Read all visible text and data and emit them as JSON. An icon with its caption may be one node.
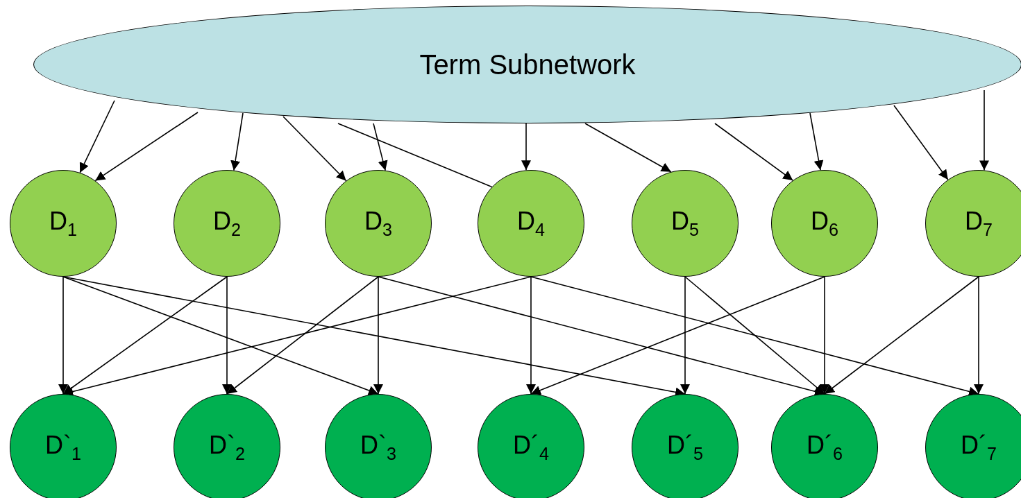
{
  "diagram": {
    "nodes": [
      {
        "text": [
          "Term Subnetwork"
        ]
      },
      {
        "text": [
          "D$_{1}$"
        ]
      },
      {
        "text": [
          "D$_{2}$"
        ]
      },
      {
        "text": [
          "D$_{3}$"
        ]
      },
      {
        "text": [
          "D$_{4}$"
        ]
      },
      {
        "text": [
          "D$_{5}$"
        ]
      },
      {
        "text": [
          "D$_{6}$"
        ]
      },
      {
        "text": [
          "D$_{7}$"
        ]
      },
      {
        "text": [
          "D`$_{1}$"
        ]
      },
      {
        "text": [
          "D`$_{2}$"
        ]
      },
      {
        "text": [
          "D`$_{3}$"
        ]
      },
      {
        "text": [
          "D´$_{4}$"
        ]
      },
      {
        "text": [
          "D´$_{5}$"
        ]
      },
      {
        "text": [
          "D´$_{6}$"
        ]
      },
      {
        "text": [
          "D´$_{7}$"
        ]
      }
    ],
    "edges": [
      {
        "from": 0,
        "to": 1,
        "arrow": "to"
      },
      {
        "from": 0,
        "to": 1,
        "arrow": "to"
      },
      {
        "from": 0,
        "to": 2,
        "arrow": "to"
      },
      {
        "from": 0,
        "to": 3,
        "arrow": "to"
      },
      {
        "from": 0,
        "to": 3,
        "arrow": "to"
      },
      {
        "from": 0,
        "to": 4,
        "arrow": "none"
      },
      {
        "from": 0,
        "to": 4,
        "arrow": "to"
      },
      {
        "from": 0,
        "to": 5,
        "arrow": "to"
      },
      {
        "from": 0,
        "to": 6,
        "arrow": "to"
      },
      {
        "from": 0,
        "to": 6,
        "arrow": "to"
      },
      {
        "from": 0,
        "to": 7,
        "arrow": "to"
      },
      {
        "from": 0,
        "to": 7,
        "arrow": "to"
      },
      {
        "from": 1,
        "to": 8,
        "arrow": "to"
      },
      {
        "from": 1,
        "to": 10,
        "arrow": "to"
      },
      {
        "from": 1,
        "to": 12,
        "arrow": "to"
      },
      {
        "from": 2,
        "to": 9,
        "arrow": "to"
      },
      {
        "from": 2,
        "to": 8,
        "arrow": "to"
      },
      {
        "from": 3,
        "to": 10,
        "arrow": "to"
      },
      {
        "from": 3,
        "to": 9,
        "arrow": "to"
      },
      {
        "from": 3,
        "to": 13,
        "arrow": "to"
      },
      {
        "from": 4,
        "to": 11,
        "arrow": "to"
      },
      {
        "from": 4,
        "to": 8,
        "arrow": "to"
      },
      {
        "from": 4,
        "to": 14,
        "arrow": "to"
      },
      {
        "from": 5,
        "to": 12,
        "arrow": "to"
      },
      {
        "from": 5,
        "to": 13,
        "arrow": "to"
      },
      {
        "from": 6,
        "to": 13,
        "arrow": "to"
      },
      {
        "from": 6,
        "to": 11,
        "arrow": "to"
      },
      {
        "from": 7,
        "to": 14,
        "arrow": "to"
      },
      {
        "from": 7,
        "to": 13,
        "arrow": "to"
      }
    ]
  }
}
